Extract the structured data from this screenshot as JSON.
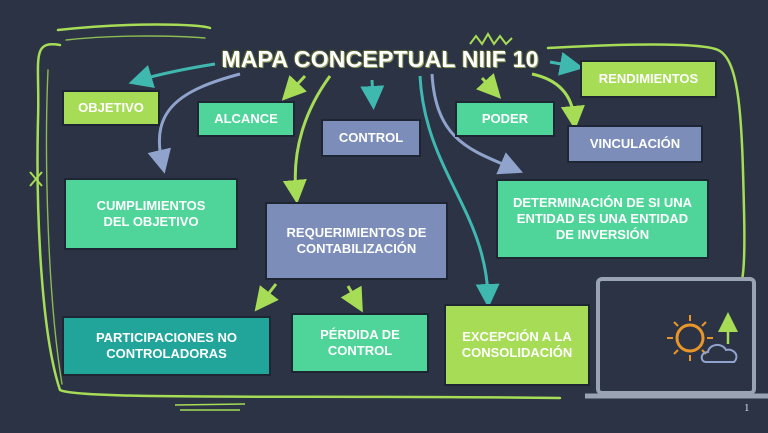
{
  "title": "MAPA CONCEPTUAL NIIF 10",
  "nodes": {
    "objetivo": "OBJETIVO",
    "alcance": "ALCANCE",
    "control": "CONTROL",
    "poder": "PODER",
    "rendimientos": "RENDIMIENTOS",
    "vinculacion": "VINCULACIÓN",
    "cumplimientos": "CUMPLIMIENTOS DEL OBJETIVO",
    "requerimientos": "REQUERIMIENTOS DE CONTABILIZACIÓN",
    "determinacion": "DETERMINACIÓN DE SI UNA ENTIDAD ES UNA ENTIDAD DE INVERSIÓN",
    "participaciones": "PARTICIPACIONES NO CONTROLADORAS",
    "perdida": "PÉRDIDA DE CONTROL",
    "excepcion": "EXCEPCIÓN A LA CONSOLIDACIÓN"
  },
  "page_number": "1",
  "colors": {
    "background": "#2b3344",
    "lime": "#a6dc56",
    "mint": "#4fd49a",
    "slate": "#7b8db8",
    "teal": "#21a59a",
    "arrow_teal": "#3fb8b0",
    "arrow_blue": "#8fa3cc",
    "arrow_green": "#a6dc56"
  }
}
